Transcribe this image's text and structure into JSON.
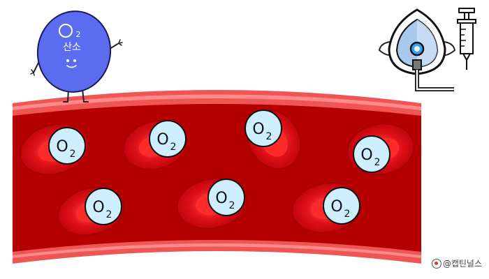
{
  "mascot": {
    "formula": "O",
    "formula_sub": "2",
    "label": "산소",
    "fill": "#5b6cf0"
  },
  "cell_label": {
    "main": "O",
    "sub": "2"
  },
  "watermark": "@캡틴널스",
  "colors": {
    "vessel_wall": "#f05555",
    "vessel_inner": "#b50000",
    "rbc": "#e0121a",
    "oxygen": "#cdefff",
    "mask": "#a8c8ee"
  },
  "icons": [
    "mascot-oxygen-character",
    "oxygen-mask-icon",
    "syringe-icon",
    "red-blood-cell-icon"
  ]
}
